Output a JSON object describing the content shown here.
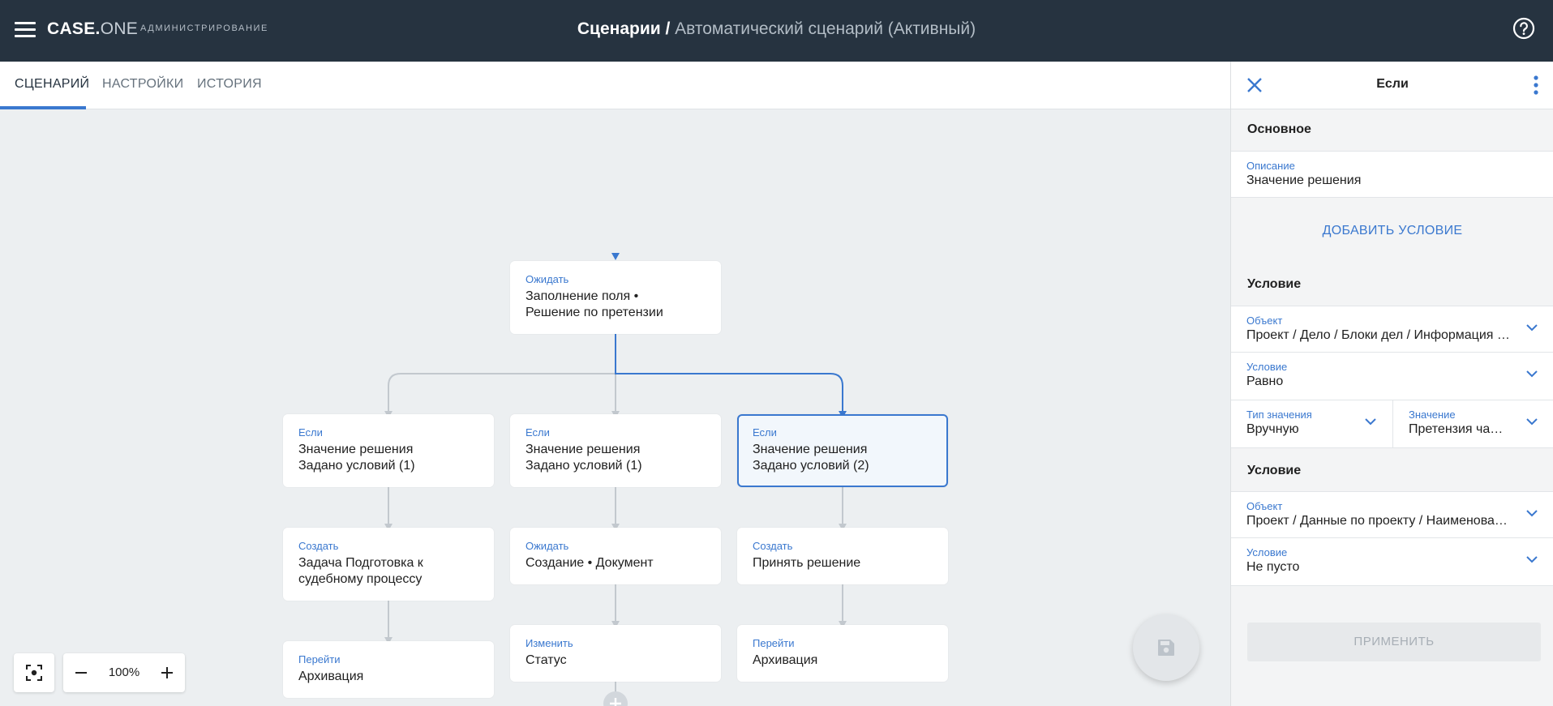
{
  "app": {
    "logo_main": "CASE.",
    "logo_sub": "ONE",
    "section": "АДМИНИСТРИРОВАНИЕ"
  },
  "breadcrumb": {
    "current": "Сценарии",
    "separator": "/",
    "item": "Автоматический сценарий (Активный)"
  },
  "tabs": [
    {
      "label": "СЦЕНАРИЙ",
      "active": true
    },
    {
      "label": "НАСТРОЙКИ",
      "active": false
    },
    {
      "label": "ИСТОРИЯ",
      "active": false
    }
  ],
  "nodes": {
    "wait_main": {
      "type": "Ожидать",
      "line1": "Заполнение поля •",
      "line2": "Решение по претензии"
    },
    "if_left": {
      "type": "Если",
      "line1": "Значение решения",
      "line2": "Задано условий (1)"
    },
    "if_mid": {
      "type": "Если",
      "line1": "Значение решения",
      "line2": "Задано условий (1)"
    },
    "if_right": {
      "type": "Если",
      "line1": "Значение решения",
      "line2": "Задано условий (2)"
    },
    "create_left": {
      "type": "Создать",
      "line1": "Задача Подготовка к",
      "line2": "судебному процессу"
    },
    "wait_mid": {
      "type": "Ожидать",
      "line1": "Создание • Документ"
    },
    "create_right": {
      "type": "Создать",
      "line1": "Принять решение"
    },
    "goto_left": {
      "type": "Перейти",
      "line1": "Архивация"
    },
    "change_mid": {
      "type": "Изменить",
      "line1": "Статус"
    },
    "goto_right": {
      "type": "Перейти",
      "line1": "Архивация"
    }
  },
  "zoom": {
    "value": "100%"
  },
  "panel": {
    "title": "Если",
    "section_main": "Основное",
    "description": {
      "label": "Описание",
      "value": "Значение решения"
    },
    "add_condition": "ДОБАВИТЬ УСЛОВИЕ",
    "condition1": {
      "heading": "Условие",
      "object": {
        "label": "Объект",
        "value": "Проект / Дело / Блоки дел / Информация по претензии / Решение"
      },
      "condition": {
        "label": "Условие",
        "value": "Равно"
      },
      "value_type": {
        "label": "Тип значения",
        "value": "Вручную"
      },
      "value": {
        "label": "Значение",
        "value": "Претензия частично удовлетворена"
      }
    },
    "condition2": {
      "heading": "Условие",
      "object": {
        "label": "Объект",
        "value": "Проект / Данные по проекту / Наименование"
      },
      "condition": {
        "label": "Условие",
        "value": "Не пусто"
      }
    },
    "apply": "ПРИМЕНИТЬ"
  },
  "colors": {
    "accent": "#3a78cf",
    "header": "#263340",
    "edge_active": "#3a78cf",
    "edge_inactive": "#c2c8ce"
  }
}
